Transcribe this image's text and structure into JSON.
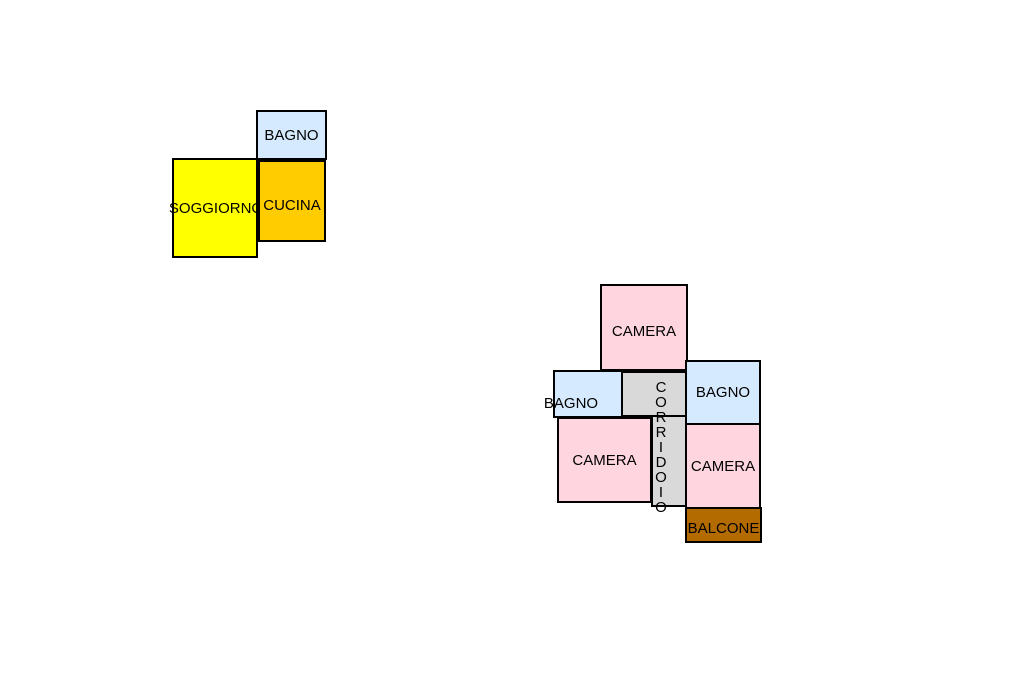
{
  "plans": [
    {
      "rooms": [
        {
          "id": "bagno-1",
          "label": "BAGNO",
          "color": "#d6eaff"
        },
        {
          "id": "soggiorno",
          "label": "SOGGIORNO",
          "color": "#ffff00"
        },
        {
          "id": "cucina",
          "label": "CUCINA",
          "color": "#ffcc00"
        }
      ]
    },
    {
      "rooms": [
        {
          "id": "camera-top",
          "label": "CAMERA",
          "color": "#ffd6e0"
        },
        {
          "id": "bagno-left",
          "label": "BAGNO",
          "color": "#d6eaff"
        },
        {
          "id": "corridoio",
          "label": "CORRIDOIO",
          "color": "#d9d9d9"
        },
        {
          "id": "bagno-right",
          "label": "BAGNO",
          "color": "#d6eaff"
        },
        {
          "id": "camera-left",
          "label": "CAMERA",
          "color": "#ffd6e0"
        },
        {
          "id": "camera-right",
          "label": "CAMERA",
          "color": "#ffd6e0"
        },
        {
          "id": "balcone",
          "label": "BALCONE",
          "color": "#b36b00"
        }
      ]
    }
  ]
}
